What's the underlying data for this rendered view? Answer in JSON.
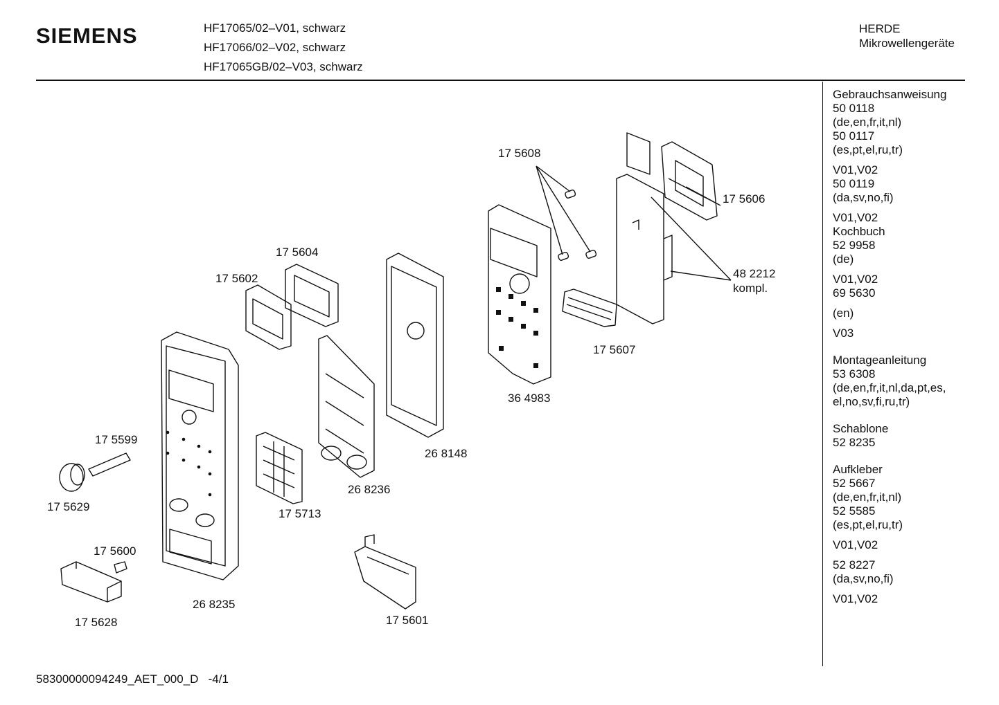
{
  "header": {
    "brand": "SIEMENS",
    "models": [
      "HF17065/02–V01, schwarz",
      "HF17066/02–V02, schwarz",
      "HF17065GB/02–V03, schwarz"
    ],
    "category_lines": [
      "HERDE",
      "Mikrowellengeräte"
    ]
  },
  "sidebar": {
    "groups": [
      [
        "Gebrauchsanweisung",
        "50 0118",
        "(de,en,fr,it,nl)",
        "50 0117",
        "(es,pt,el,ru,tr)"
      ],
      [
        "V01,V02",
        "50 0119",
        "(da,sv,no,fi)"
      ],
      [
        "V01,V02",
        "Kochbuch",
        "52 9958",
        "(de)"
      ],
      [
        "V01,V02",
        "69 5630"
      ],
      [
        "(en)"
      ],
      [
        "V03"
      ],
      [
        "Montageanleitung",
        "53 6308",
        "(de,en,fr,it,nl,da,pt,es,",
        "el,no,sv,fi,ru,tr)"
      ],
      [
        "Schablone",
        "52 8235"
      ],
      [
        "Aufkleber",
        "52 5667",
        "(de,en,fr,it,nl)",
        "52 5585",
        "(es,pt,el,ru,tr)"
      ],
      [
        "V01,V02"
      ],
      [
        "52 8227",
        "(da,sv,no,fi)"
      ],
      [
        "V01,V02"
      ]
    ]
  },
  "parts": {
    "p175608": "17 5608",
    "p175606": "17 5606",
    "p482212": "48 2212",
    "kompl": "kompl.",
    "p175604": "17 5604",
    "p175602": "17 5602",
    "p175607": "17 5607",
    "p364983": "36 4983",
    "p268148": "26 8148",
    "p175599": "17 5599",
    "p268236": "26 8236",
    "p175629": "17 5629",
    "p175713": "17 5713",
    "p175600": "17 5600",
    "p268235": "26 8235",
    "p175628": "17 5628",
    "p175601": "17 5601"
  },
  "footer": {
    "doc_id": "58300000094249_AET_000_D",
    "page": "-4/1"
  }
}
